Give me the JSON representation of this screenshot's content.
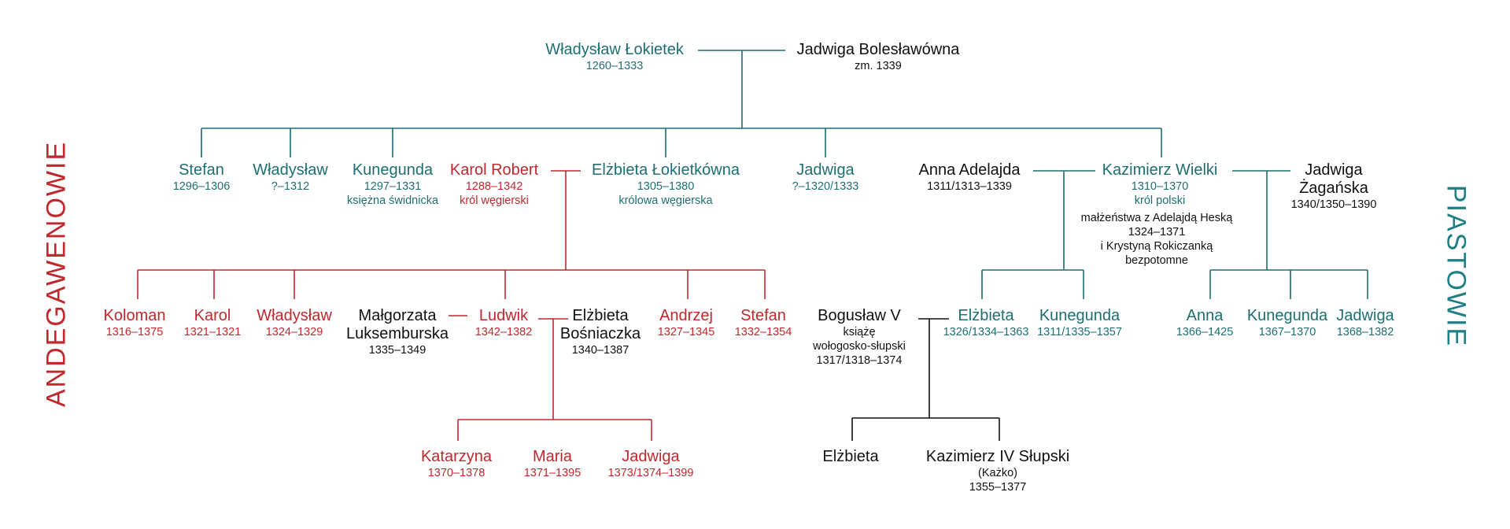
{
  "labels": {
    "left": "ANDEGAWENOWIE",
    "right": "PIASTOWIE"
  },
  "colors": {
    "teal": "#1e6e72",
    "red": "#c0282d",
    "black": "#111111"
  },
  "people": {
    "wladyslaw_lokietek": {
      "name": "Władysław Łokietek",
      "lines": [
        "1260–1333"
      ]
    },
    "jadwiga_boleslawowna": {
      "name": "Jadwiga Bolesławówna",
      "lines": [
        "zm. 1339"
      ]
    },
    "stefan_g2": {
      "name": "Stefan",
      "lines": [
        "1296–1306"
      ]
    },
    "wladyslaw_g2": {
      "name": "Władysław",
      "lines": [
        "?–1312"
      ]
    },
    "kunegunda_g2": {
      "name": "Kunegunda",
      "lines": [
        "1297–1331",
        "księżna świdnicka"
      ]
    },
    "karol_robert": {
      "name": "Karol Robert",
      "lines": [
        "1288–1342",
        "król węgierski"
      ]
    },
    "elzbieta_lokietkowna": {
      "name": "Elżbieta Łokietkówna",
      "lines": [
        "1305–1380",
        "królowa węgierska"
      ]
    },
    "jadwiga_g2": {
      "name": "Jadwiga",
      "lines": [
        "?–1320/1333"
      ]
    },
    "anna_adelajda": {
      "name": "Anna Adelajda",
      "lines": [
        "1311/1313–1339"
      ]
    },
    "kazimierz_wielki": {
      "name": "Kazimierz Wielki",
      "lines": [
        "1310–1370",
        "król polski"
      ]
    },
    "kazimierz_note": {
      "name": "",
      "lines": [
        "małżeństwa z Adelajdą Heską",
        "1324–1371",
        "i Krystyną Rokiczanką",
        "bezpotomne"
      ]
    },
    "jadwiga_zaganska": {
      "name": "Jadwiga\nŻagańska",
      "lines": [
        "1340/1350–1390"
      ]
    },
    "koloman": {
      "name": "Koloman",
      "lines": [
        "1316–1375"
      ]
    },
    "karol": {
      "name": "Karol",
      "lines": [
        "1321–1321"
      ]
    },
    "wladyslaw_g3": {
      "name": "Władysław",
      "lines": [
        "1324–1329"
      ]
    },
    "malgorzata": {
      "name": "Małgorzata\nLuksemburska",
      "lines": [
        "1335–1349"
      ]
    },
    "ludwik": {
      "name": "Ludwik",
      "lines": [
        "1342–1382"
      ]
    },
    "elzbieta_bosniaczka": {
      "name": "Elżbieta\nBośniaczka",
      "lines": [
        "1340–1387"
      ]
    },
    "andrzej": {
      "name": "Andrzej",
      "lines": [
        "1327–1345"
      ]
    },
    "stefan_g3": {
      "name": "Stefan",
      "lines": [
        "1332–1354"
      ]
    },
    "boguslaw": {
      "name": "Bogusław V",
      "lines": [
        "książę",
        "wołogosko-słupski",
        "1317/1318–1374"
      ]
    },
    "elzbieta_g3": {
      "name": "Elżbieta",
      "lines": [
        "1326/1334–1363"
      ]
    },
    "kunegunda_g3": {
      "name": "Kunegunda",
      "lines": [
        "1311/1335–1357"
      ]
    },
    "anna_g3": {
      "name": "Anna",
      "lines": [
        "1366–1425"
      ]
    },
    "kunegunda_g3b": {
      "name": "Kunegunda",
      "lines": [
        "1367–1370"
      ]
    },
    "jadwiga_g3": {
      "name": "Jadwiga",
      "lines": [
        "1368–1382"
      ]
    },
    "katarzyna": {
      "name": "Katarzyna",
      "lines": [
        "1370–1378"
      ]
    },
    "maria": {
      "name": "Maria",
      "lines": [
        "1371–1395"
      ]
    },
    "jadwiga_g4": {
      "name": "Jadwiga",
      "lines": [
        "1373/1374–1399"
      ]
    },
    "elzbieta_g4": {
      "name": "Elżbieta",
      "lines": []
    },
    "kazimierz_iv": {
      "name": "Kazimierz IV Słupski",
      "lines": [
        "(Każko)",
        "1355–1377"
      ]
    }
  }
}
